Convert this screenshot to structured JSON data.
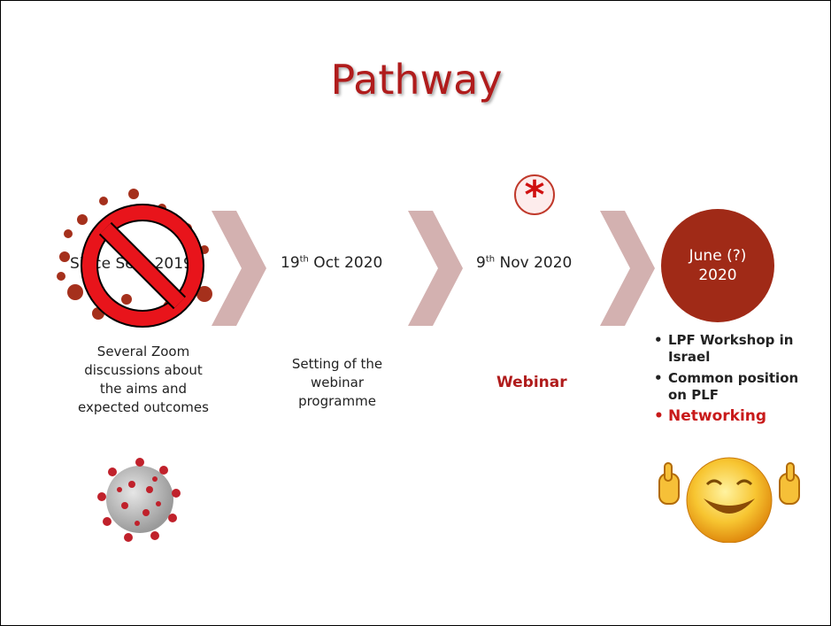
{
  "slide": {
    "title": "Pathway",
    "stages": [
      {
        "label_main": "Since Sept 2019",
        "description": [
          "Several Zoom",
          "discussions about",
          "the aims and",
          "expected outcomes"
        ]
      },
      {
        "day": "19",
        "suffix": "th",
        "rest": " Oct 2020",
        "description": [
          "Setting of the",
          "webinar",
          "programme"
        ]
      },
      {
        "day": "9",
        "suffix": "th",
        "rest": " Nov 2020",
        "description_highlight": "Webinar"
      },
      {
        "circle_line1": "June (?)",
        "circle_line2": "2020",
        "bullets": [
          "LPF Workshop in Israel",
          "Common position on PLF",
          "Networking"
        ]
      }
    ],
    "colors": {
      "title": "#b01c1c",
      "circle": "#a02a17",
      "chevron": "#d3b1b0",
      "highlight": "#c81a1a",
      "dots": "#a5301c"
    },
    "icons": [
      "prohibition-icon",
      "coronavirus-icon",
      "asterisk-icon",
      "smiley-fingers-crossed-icon",
      "chevron-arrow-icon"
    ]
  }
}
